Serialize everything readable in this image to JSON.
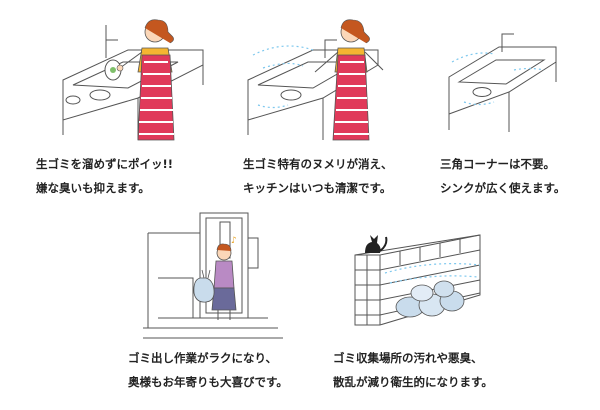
{
  "panels": [
    {
      "line1": "生ゴミを溜めずにポイッ!!",
      "line2": "嫌な臭いも抑えます。"
    },
    {
      "line1": "生ゴミ特有のヌメリが消え、",
      "line2": "キッチンはいつも清潔です。"
    },
    {
      "line1": "三角コーナーは不要。",
      "line2": "シンクが広く使えます。"
    },
    {
      "line1": "ゴミ出し作業がラクになり、",
      "line2": "奥様もお年寄りも大喜びです。"
    },
    {
      "line1": "ゴミ収集場所の汚れや悪臭、",
      "line2": "散乱が減り衛生的になります。"
    }
  ],
  "colors": {
    "line": "#555555",
    "apron": "#e03a5a",
    "shirt": "#f5b531",
    "hair": "#c4571f",
    "skin": "#fbd7b8",
    "sparkle": "#7ec8ee",
    "dress": "#b98ac4",
    "skirt": "#6a6a9a",
    "bag": "#c9dcec"
  },
  "icons": [
    "kitchen-sink-woman",
    "kitchen-sink-clean",
    "empty-sink-corner",
    "door-woman-garbage",
    "garbage-station-cat"
  ]
}
